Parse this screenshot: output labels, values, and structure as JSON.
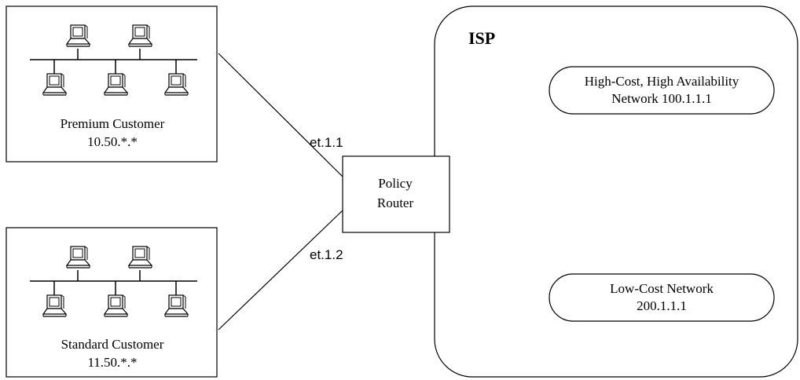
{
  "premium_customer": {
    "name": "Premium Customer",
    "subnet": "10.50.*.*"
  },
  "standard_customer": {
    "name": "Standard Customer",
    "subnet": "11.50.*.*"
  },
  "policy_router": {
    "line1": "Policy",
    "line2": "Router"
  },
  "ports": {
    "premium": "et.1.1",
    "standard": "et.1.2"
  },
  "isp": {
    "title": "ISP",
    "high_cost_network": {
      "line1": "High-Cost, High Availability",
      "line2": "Network 100.1.1.1"
    },
    "low_cost_network": {
      "line1": "Low-Cost Network",
      "line2": "200.1.1.1"
    }
  },
  "icons": {
    "workstation": "laptop-computer-icon"
  }
}
